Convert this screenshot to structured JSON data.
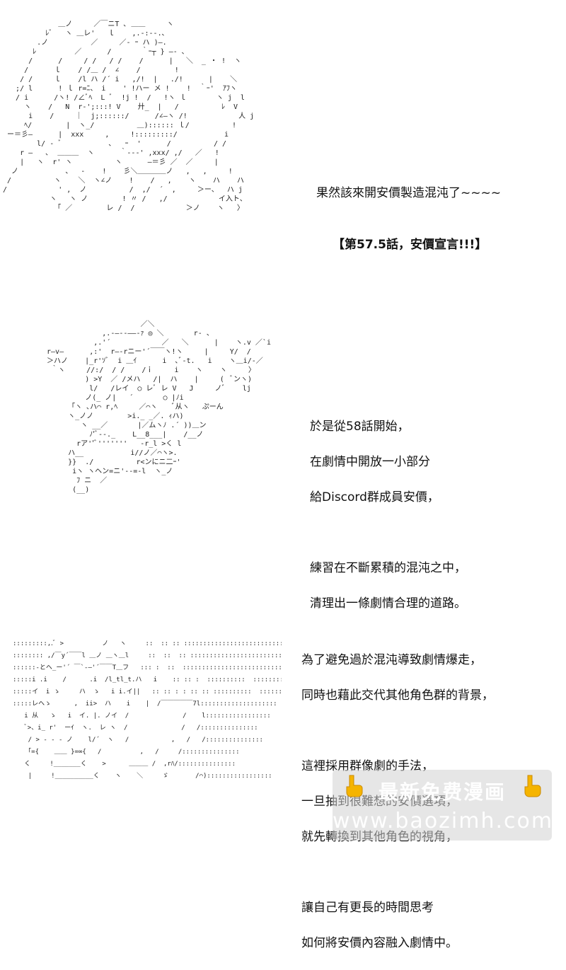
{
  "panel1": {
    "title": "果然該來開安價製造混沌了~~~~",
    "subtitle": "【第57.5話，安價宣言!!!】",
    "art": "             ＿ノ     ／￣ニT ､ ＿＿     ヽ\n          ﾚﾞ   ヽ ＿レ'   ｌ    ,.-:-‐.､\n        .ノ          ／     ／‐ ｰ ハ )―.\n       ﾚ         ／      /       ｀ｰ┬ } ―- ､\n      /      /     / /   / /    /      |   ＼  _ ・ !  ヽ\n     /      ｌ    / /＿ /  ∠    /        ! \n    / /     ｌ    /l ハ /´ i   ,/!  |   ./!      |    ＼\n   ;/ l      ! ｌ r=ﾆ、 i    ' !ハー メ !    !  ｀ｰ'  ｱﾌヽ\n   / i      /ヽ! /∠ﾞﾍ  L ﾞ  !j !  /   !ヽ ｌ       ヽ j  l\n     ヽ    /   N  r‐';:::! V    廾_  |   /          ﾚ  V\n      i    /     ｜  j;::::::/      /∠―ヽ /!            人 j\n     ﾍ/        |  ヽ_/          ＿):::::: ｌ/          !\n ー＝彡―      |  xxx     ,     !:::::::::/           i\n        l/ ‐ ﾞ           ､   ｰ  '      /          / /\n    r ―   ､  ＿＿＿  ヽ      ｀‐-‐' ,xxx/ ,/   ／   !\n    |   ヽ  r' ヽ          ヽ      ―＝彡 ／  ／     |\n  ノ           、  ‐    !    彡＼＿＿＿＿ノ   ,   ,     !\n /          ヽ    ＼  ヽ∠ノ    !    /   ,    ヽ    ハ    ハ\n/            ' ,  ノ          /  ,/  ´  ,     ＞ー、  ハ j\n           ヽ   ヽ ノ        ! 〃 /   ,/            イ入ト、\n            「 ／        レ /  /            ＞ノ    ヽ   〉"
  },
  "panel2": {
    "lines": [
      "於是從58話開始，",
      "在劇情中開放一小部分",
      "給Discord群成員安價，",
      "",
      "練習在不斷累積的混沌之中，",
      "清理出一條劇情合理的道路。"
    ],
    "art": "                       ／＼\n              ,.-―‐-――-ｧ ◎ ＼       r‐ 、\n            ,.'´            ／   ＼      |    ヽ.v ／`i\n r―v―      ,:'  r―-rニー'´￣￣ヽ!ヽ     |     Y/  /\n ＞ハノ    |_r'ｿﾞ  i ＿ｲ      i  ､ﾞ‐t.   i    ヽ＿i/‐／\n  ｀ヽ     //:/  / /    /ｉ     i    ヽ    ヽ     〉\n          ) >Y  ／ /メハ   /|  ハ    |     (  ﾞンヽ)\n           l/   /レイ  ○ レﾞ レ V   J     ノﾞ    lj\n          ノ(_ ノ|   ´       ○ |ﾉi\n      「ヽ ､ハ⌒ r,ﾍ     ／⌒ヽ    ﾞ从ヽ   ぷーん\n      ヽ_ノノ        >i._ _／. ｨハ) \n         ヽ __／       |／ムヽﾉ .´ ))＿ン\n           ﾉ'ﾞ‐-._    L__8___|    /__ノ\n        rア''ﾞ'''''''   ‐r_l >く l\n      ハ__           i//ノ／⌒ヽ>.\n      }}  ./          r<ンにニ二ｰ'\n       iヽ ヽヘン=ニ'--=-l  ヽ_ノ\n        ﾌ ニ  ／\n       (__)"
  },
  "panel3": {
    "lines": [
      "為了避免過於混沌導致劇情爆走，",
      "同時也藉此交代其他角色群的背景，",
      "",
      "這裡採用群像劇的手法，",
      "一旦抽到很難想的安價選項，",
      "就先轉換到其他角色的視角，",
      "",
      "讓自己有更長的時間思考",
      "如何將安價內容融入劇情中。"
    ],
    "art": ":::::::::,.ﾞ >          ノ   ヽ     ::  :: :: :::::::::::::::::::::::::::::::::\n:::::::: ,/￣y´￣￣l ＿ノ ＿ヽ＿l     ::  ::  :: :::::::::::::::::::::::::::::\n::::::‐とヘ_ー'´ ￣`‐―'´￣￣T＿フ   ::: :  ::  :::::::::::::::::::::::::::::\n:::::i .i    /      .i  /l_tl_t.ハ   i    :: :: :  ::::::::::  ::::::::::::::::::::::\n:::::イ  i ゝ     ハ  ゝ   i i.イ||   :: :: : : :: :: ::::::::::  ::::::::::::::::\n:::::レヘゝ      ,  ii>  ハ    i    |  /￣￣￣￣￣7l::::::::::::::::::::\n   i 从   ゝ   i  イ. |. ノイ  /              /    l:::::::::::::::::\n   ﾞ>、i_ r'  ーｲ  ヽ.  レ ヽ  /              /   /:::::::::::::::\n    / > - - - ノ    l/´  ヽ   /           ,   /   /:::::::::::::::\n    ｢={    ＿＿ }=∞{   /          ,   /     /:::::::::::::::\n   く     !_______く    >      ＿＿＿ /  ,rﾊ/:::::::::::::::\n    |     !__________く    ヽ    ＼     ゞ       /⌒):::::::::::::::::"
  },
  "watermark": {
    "top": "最新免费漫画",
    "bottom": "www.baozimh.com"
  }
}
